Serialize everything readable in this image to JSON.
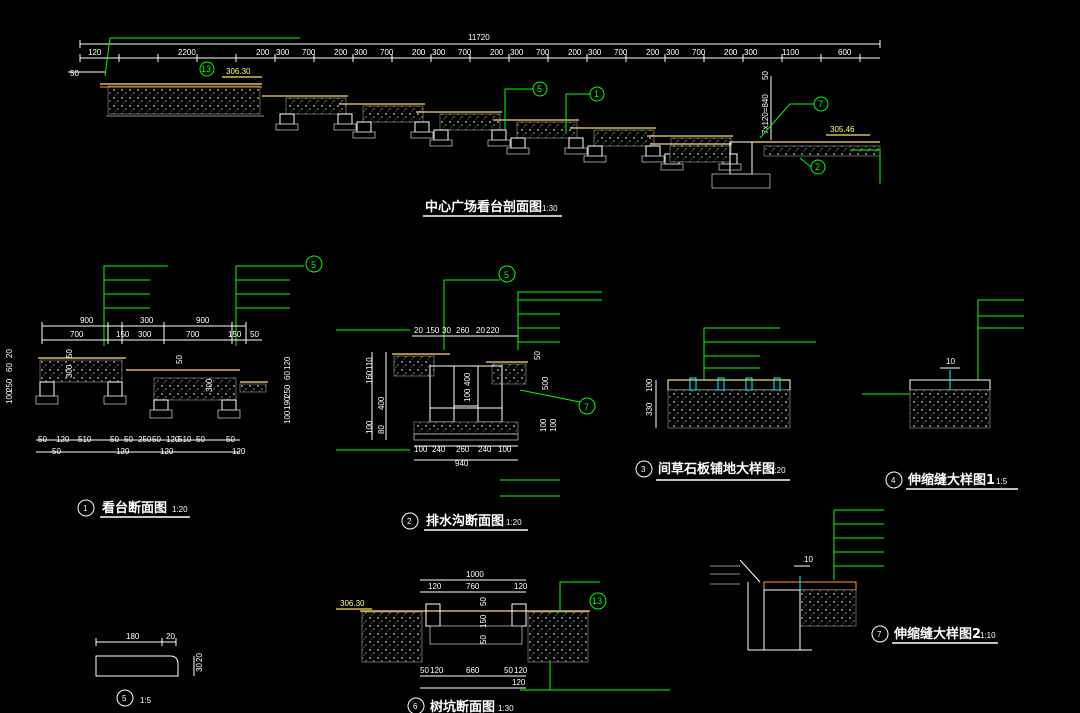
{
  "top_section": {
    "title": "中心广场看台剖面图",
    "scale": "1:30",
    "total_dim": "11720",
    "dims": [
      "120",
      "2200",
      "200",
      "300",
      "700",
      "200",
      "300",
      "700",
      "200",
      "300",
      "700",
      "200",
      "300",
      "700",
      "200",
      "300",
      "700",
      "200",
      "300",
      "700",
      "200",
      "300",
      "1100",
      "600"
    ],
    "left_dim": "50",
    "right_dim": "50",
    "vert_dim": "7x120=840",
    "level_left": "306.30",
    "level_right": "305.46",
    "markers": [
      "13",
      "5",
      "1",
      "7",
      "2"
    ]
  },
  "section1": {
    "num": "1",
    "title": "看台断面图",
    "scale": "1:20",
    "top_dims": [
      "900",
      "300",
      "900"
    ],
    "mid_dims": [
      "700",
      "150",
      "300",
      "700",
      "150",
      "50"
    ],
    "bottom_dims": [
      "50",
      "120",
      "510",
      "50",
      "50",
      "250",
      "50",
      "120",
      "510",
      "50",
      "50"
    ],
    "bottom_dims2": [
      "50",
      "120",
      "120",
      "120"
    ],
    "left_dims": [
      "20",
      "60",
      "250",
      "100"
    ],
    "right_dims": [
      "120",
      "60",
      "250",
      "190",
      "100"
    ],
    "inner_dims": [
      "50",
      "300",
      "50",
      "300"
    ],
    "marker": "5"
  },
  "section2": {
    "num": "2",
    "title": "排水沟断面图",
    "scale": "1:20",
    "top_dims": [
      "20",
      "150",
      "30",
      "260",
      "20",
      "220"
    ],
    "left_dims": [
      "110",
      "160",
      "400",
      "100",
      "80"
    ],
    "bottom_dims": [
      "100",
      "240",
      "260",
      "240",
      "100"
    ],
    "total": "940",
    "inner_dims": [
      "400",
      "100",
      "50"
    ],
    "right_dims": [
      "500",
      "100",
      "100"
    ],
    "markers": [
      "5",
      "7"
    ]
  },
  "section3": {
    "num": "3",
    "title": "间草石板铺地大样图",
    "scale": "1:20",
    "dims": [
      "100",
      "330"
    ]
  },
  "section4": {
    "num": "4",
    "title": "伸缩缝大样图1",
    "scale": "1:5",
    "dims": [
      "10"
    ]
  },
  "section5": {
    "num": "5",
    "scale": "1:5",
    "dims": [
      "180",
      "20",
      "30",
      "20"
    ]
  },
  "section6": {
    "num": "6",
    "title": "树坑断面图",
    "scale": "1:30",
    "top_dims": [
      "1000",
      "120",
      "760",
      "120"
    ],
    "bottom_dims": [
      "50",
      "120",
      "660",
      "50",
      "120"
    ],
    "inner_dims": [
      "50",
      "150",
      "50"
    ],
    "level": "306.30",
    "marker": "13"
  },
  "section7": {
    "num": "7",
    "title": "伸缩缝大样图2",
    "scale": "1:10",
    "dims": [
      "10"
    ]
  }
}
